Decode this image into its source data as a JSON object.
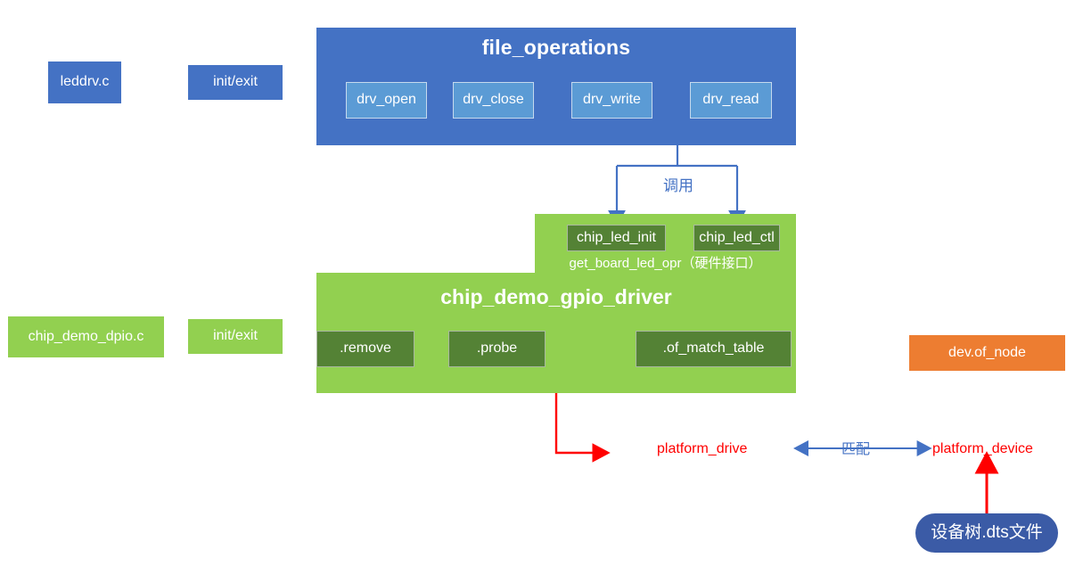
{
  "diagram": {
    "title": "Linux LED driver layering diagram",
    "colors": {
      "blue_container": "#4472c4",
      "blue_sub": "#5b9bd5",
      "green_container": "#92d050",
      "green_sub": "#548235",
      "orange": "#ed7d31",
      "pill_blue": "#3b5ba6",
      "red_arrow": "#ff0000",
      "blue_arrow": "#4472c4"
    },
    "file_operations": {
      "title": "file_operations",
      "methods": [
        {
          "label": "drv_open"
        },
        {
          "label": "drv_close"
        },
        {
          "label": "drv_write"
        },
        {
          "label": "drv_read"
        }
      ]
    },
    "left_column": {
      "leddrv_file": "leddrv.c",
      "leddrv_initexit": "init/exit",
      "chip_demo_file": "chip_demo_dpio.c",
      "chip_demo_initexit": "init/exit"
    },
    "hardware_interface": {
      "caption": "get_board_led_opr（硬件接口）",
      "functions": [
        {
          "label": "chip_led_init"
        },
        {
          "label": "chip_led_ctl"
        }
      ]
    },
    "gpio_driver": {
      "title": "chip_demo_gpio_driver",
      "members": [
        {
          "label": ".remove"
        },
        {
          "label": ".probe"
        },
        {
          "label": ".of_match_table"
        }
      ]
    },
    "arrows": {
      "call_label": "调用",
      "match_label": "匹配"
    },
    "platform": {
      "drive": "platform_drive",
      "device": "platform_device",
      "of_node": "dev.of_node",
      "device_tree": "设备树.dts文件"
    }
  }
}
